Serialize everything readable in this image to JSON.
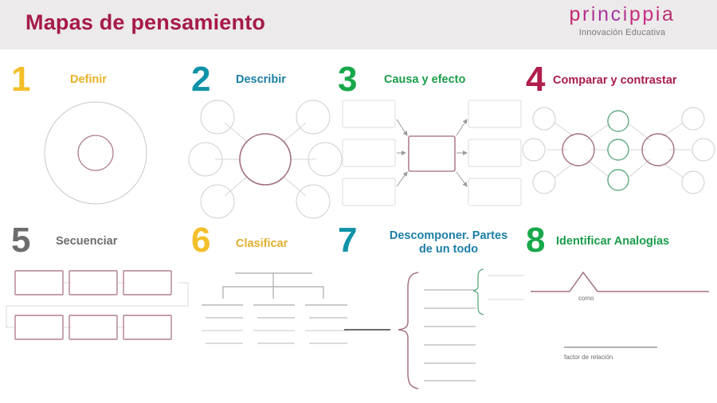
{
  "header": {
    "title": "Mapas de pensamiento",
    "logo_word": "princippia",
    "logo_letters": [
      {
        "ch": "p",
        "color": "#c2276f"
      },
      {
        "ch": "r",
        "color": "#b5338c"
      },
      {
        "ch": "i",
        "color": "#b0359a"
      },
      {
        "ch": "n",
        "color": "#a8389f"
      },
      {
        "ch": "c",
        "color": "#a03aa6"
      },
      {
        "ch": "i",
        "color": "#b33a92"
      },
      {
        "ch": "p",
        "color": "#c22f7e"
      },
      {
        "ch": "p",
        "color": "#c92b86"
      },
      {
        "ch": "i",
        "color": "#c0307d"
      },
      {
        "ch": "a",
        "color": "#bb2f74"
      }
    ],
    "logo_tagline": "Innovación Educativa",
    "bg_color": "#eceaea",
    "title_color": "#a61a4a"
  },
  "colors": {
    "yellow": "#f3bf2b",
    "teal": "#0e93a8",
    "green": "#18a84b",
    "crimson": "#b01e4c",
    "gray": "#6d6d6d",
    "line_gray": "#cfcfcf",
    "line_dark": "#8f8f8f",
    "shape_crimson": "#b08090",
    "shape_green": "#5fa882"
  },
  "cells": [
    {
      "number": "1",
      "label": "Definir",
      "number_color": "#f3bf2b",
      "label_color": "#e8b225",
      "diagram": "circle-map",
      "diagram_name": "circle-map-diagram"
    },
    {
      "number": "2",
      "label": "Describir",
      "number_color": "#0e93a8",
      "label_color": "#1b7fa6",
      "diagram": "bubble-map",
      "diagram_name": "bubble-map-diagram"
    },
    {
      "number": "3",
      "label": "Causa y efecto",
      "number_color": "#18a84b",
      "label_color": "#1a9d4a",
      "diagram": "multi-flow-map",
      "diagram_name": "multi-flow-map-diagram"
    },
    {
      "number": "4",
      "label": "Comparar y contrastar",
      "number_color": "#b01e4c",
      "label_color": "#a81d4a",
      "diagram": "double-bubble-map",
      "diagram_name": "double-bubble-map-diagram"
    },
    {
      "number": "5",
      "label": "Secuenciar",
      "number_color": "#6d6d6d",
      "label_color": "#6d6d6d",
      "diagram": "flow-map",
      "diagram_name": "flow-map-diagram"
    },
    {
      "number": "6",
      "label": "Clasificar",
      "number_color": "#f3bf2b",
      "label_color": "#e0b02e",
      "diagram": "tree-map",
      "diagram_name": "tree-map-diagram"
    },
    {
      "number": "7",
      "label": "Descomponer. Partes de un todo",
      "label_line1": "Descomponer. Partes",
      "label_line2": "de un todo",
      "number_color": "#0e93a8",
      "label_color": "#1b7fa6",
      "diagram": "brace-map",
      "diagram_name": "brace-map-diagram"
    },
    {
      "number": "8",
      "label": "Identificar Analogías",
      "number_color": "#18a84b",
      "label_color": "#1a9d4a",
      "diagram": "bridge-map",
      "diagram_name": "bridge-map-diagram"
    }
  ],
  "bridge_map": {
    "relation_word": "como",
    "relation_factor": "factor de relación"
  }
}
